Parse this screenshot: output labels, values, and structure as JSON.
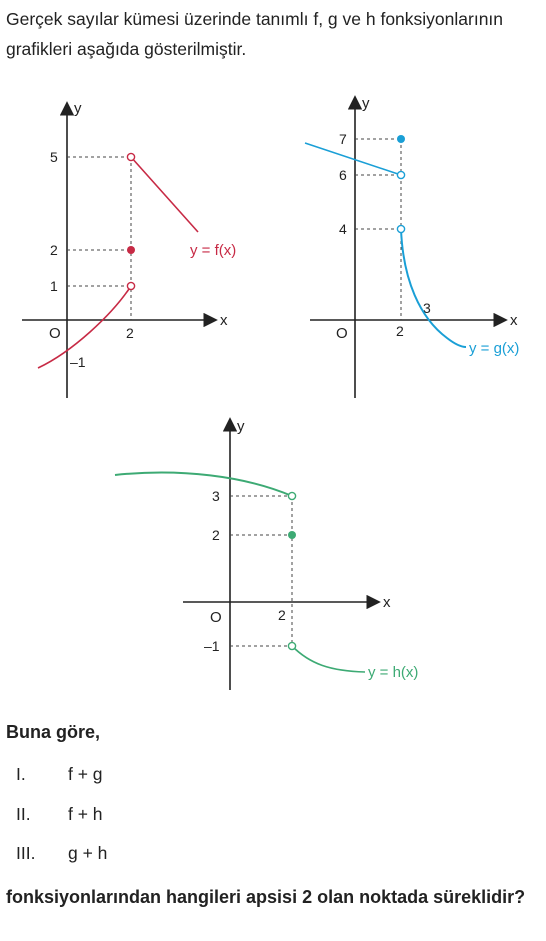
{
  "intro": "Gerçek sayılar kümesi üzerinde tanımlı f, g ve h fonksiyonlarının grafikleri aşağıda gösterilmiştir.",
  "graph_f": {
    "y_axis": "y",
    "x_axis": "x",
    "origin": "O",
    "y_ticks": [
      "5",
      "2",
      "1",
      "–1"
    ],
    "x_ticks": [
      "2"
    ],
    "label": "y = f(x)",
    "color": "#c72a45"
  },
  "graph_g": {
    "y_axis": "y",
    "x_axis": "x",
    "origin": "O",
    "y_ticks": [
      "7",
      "6",
      "4"
    ],
    "x_ticks": [
      "2",
      "3"
    ],
    "label": "y = g(x)",
    "color": "#1a9fd6"
  },
  "graph_h": {
    "y_axis": "y",
    "x_axis": "x",
    "origin": "O",
    "y_ticks": [
      "3",
      "2",
      "–1"
    ],
    "x_ticks": [
      "2"
    ],
    "label": "y = h(x)",
    "color": "#3daa74"
  },
  "question": {
    "lead": "Buna göre,",
    "options": [
      {
        "num": "I.",
        "text": "f + g"
      },
      {
        "num": "II.",
        "text": "f + h"
      },
      {
        "num": "III.",
        "text": "g + h"
      }
    ],
    "tail": "fonksiyonlarından hangileri apsisi 2 olan noktada süreklidir?"
  }
}
